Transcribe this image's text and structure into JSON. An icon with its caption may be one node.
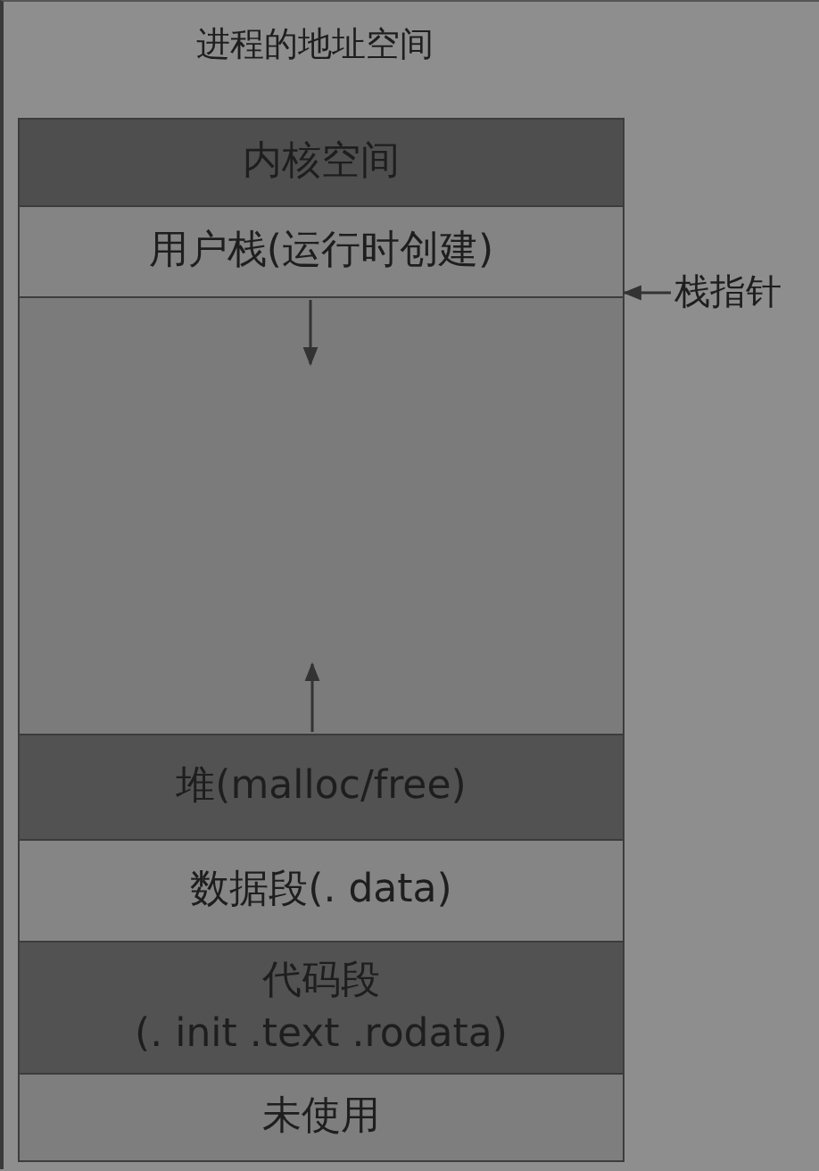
{
  "diagram": {
    "title": "进程的地址空间",
    "nodes": [
      {
        "text": [
          "内核空间"
        ]
      },
      {
        "text": [
          "用户栈(运行时创建)"
        ]
      },
      {
        "text": [],
        "shape": "box"
      },
      {
        "text": [
          "堆(malloc/free)"
        ]
      },
      {
        "text": [
          "数据段(. data)"
        ]
      },
      {
        "text": [
          "代码段",
          "(. init .text .rodata)"
        ]
      },
      {
        "text": [
          "未使用"
        ]
      },
      {
        "text": [
          "栈指针"
        ]
      }
    ],
    "edges": [
      {
        "from": 7,
        "to": 1,
        "arrow": "to"
      },
      {
        "from": 1,
        "to": 2,
        "arrow": "to"
      },
      {
        "from": 3,
        "to": 2,
        "arrow": "to"
      }
    ]
  }
}
